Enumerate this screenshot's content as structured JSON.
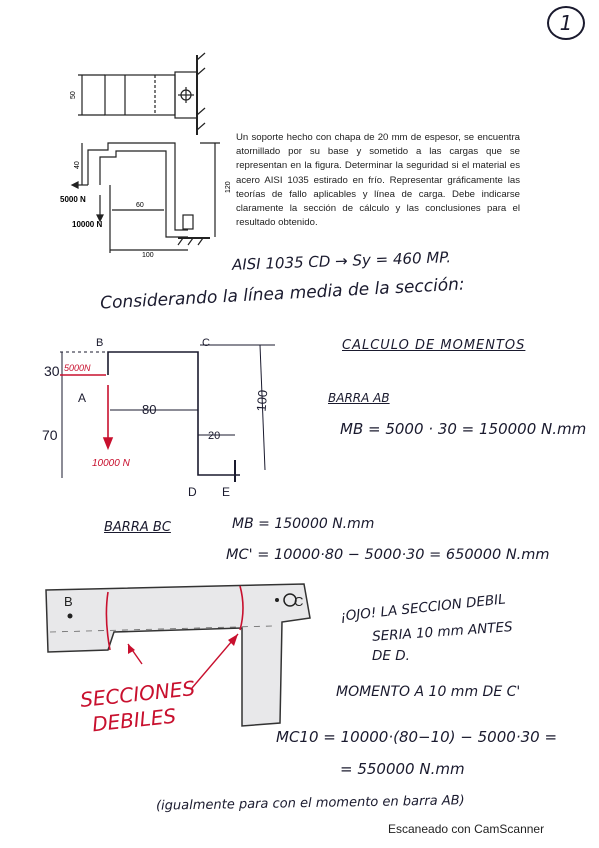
{
  "page_number": "1",
  "problem": {
    "text": "Un soporte hecho con chapa de 20 mm de espesor, se encuentra atornillado por su base y sometido a las cargas que se representan en la figura. Determinar la seguridad si el material es acero AISI 1035 estirado en frío. Representar gráficamente las teorías de fallo aplicables y línea de carga. Debe indicarse claramente la sección de cálculo y las conclusiones para el resultado obtenido."
  },
  "figure_labels": {
    "dim_top": "50",
    "dim_left": "40",
    "force_h": "5000 N",
    "force_v": "10000 N",
    "dim_60": "60",
    "dim_100": "100",
    "dim_120": "120"
  },
  "notes": {
    "material": "AISI 1035 CD → Sy = 460 MP.",
    "considering": "Considerando la línea media de la sección:",
    "moments_title": "CALCULO DE MOMENTOS",
    "bar_ab": "BARRA AB",
    "mb_eq": "MB = 5000 · 30 = 150000 N.mm",
    "bar_bc": "BARRA BC",
    "mb_bc": "MB = 150000 N.mm",
    "mc_eq": "MC' = 10000·80 − 5000·30 = 650000 N.mm",
    "ojo_1": "¡OJO! LA SECCION DEBIL",
    "ojo_2": "SERIA 10 mm ANTES",
    "ojo_3": "DE D.",
    "moment_10": "MOMENTO A 10 mm DE C'",
    "mc10_eq": "MC10 = 10000·(80−10) − 5000·30 =",
    "mc10_res": "= 550000 N.mm",
    "final_note": "(igualmente para con el momento en barra AB)"
  },
  "sketch_labels": {
    "b": "B",
    "c": "C",
    "a": "A",
    "d": "D",
    "e": "E",
    "f5000": "5000N",
    "f10000": "10000 N",
    "d30": "30",
    "d70": "70",
    "d80": "80",
    "d20": "20",
    "d100": "100"
  },
  "photo_labels": {
    "b": "B",
    "c": "C",
    "weak_1": "SECCIONES",
    "weak_2": "DEBILES"
  },
  "footer": "Escaneado con CamScanner"
}
